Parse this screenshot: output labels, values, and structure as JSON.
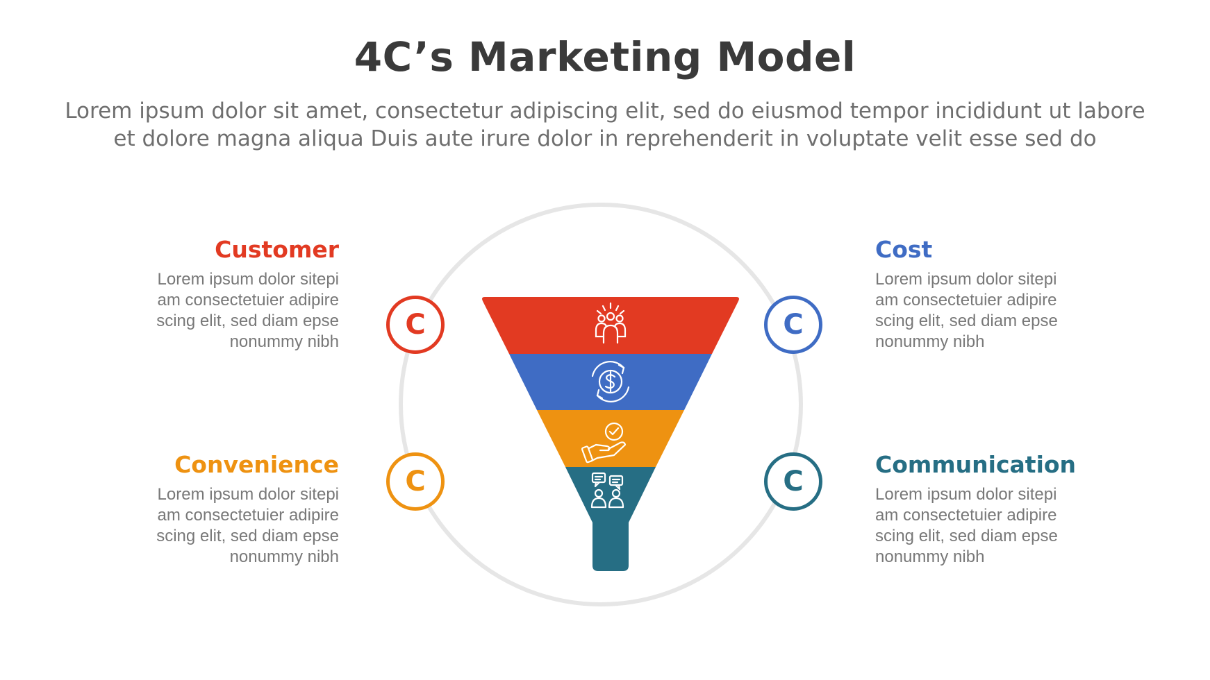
{
  "title": "4C’s Marketing Model",
  "subtitle": [
    "Lorem ipsum dolor sit amet, consectetur adipiscing elit, sed do eiusmod tempor incididunt ut labore",
    "et dolore magna aliqua Duis aute irure dolor in reprehenderit in voluptate velit esse sed do"
  ],
  "colors": {
    "red": "#e23a22",
    "blue": "#3f6cc4",
    "orange": "#ee9211",
    "teal": "#266e84",
    "ring": "#e6e6e6"
  },
  "items": {
    "customer": {
      "heading": "Customer",
      "badge": "C",
      "lines": [
        "Lorem ipsum dolor sitepi",
        "am consectetuier adipire",
        "scing elit, sed diam epse",
        "nonummy nibh"
      ]
    },
    "cost": {
      "heading": "Cost",
      "badge": "C",
      "lines": [
        "Lorem ipsum dolor sitepi",
        "am consectetuier adipire",
        "scing elit, sed diam epse",
        "nonummy nibh"
      ]
    },
    "convenience": {
      "heading": "Convenience",
      "badge": "C",
      "lines": [
        "Lorem ipsum dolor sitepi",
        "am consectetuier adipire",
        "scing elit, sed diam epse",
        "nonummy nibh"
      ]
    },
    "communication": {
      "heading": "Communication",
      "badge": "C",
      "lines": [
        "Lorem ipsum dolor sitepi",
        "am consectetuier adipire",
        "scing elit, sed diam epse",
        "nonummy nibh"
      ]
    }
  },
  "funnel_icons": [
    "team-icon",
    "money-cycle-icon",
    "hand-check-icon",
    "chat-people-icon"
  ]
}
